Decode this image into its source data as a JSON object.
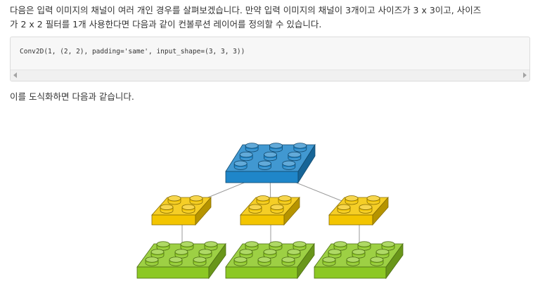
{
  "intro_lines": [
    "다음은 입력 이미지의 채널이 여러 개인 경우를 살펴보겠습니다. 만약 입력 이미지의 채널이 3개이고 사이즈가 3 x 3이고, 사이즈",
    "가 2 x 2 필터를 1개 사용한다면 다음과 같이 컨볼루션 레이어를 정의할 수 있습니다."
  ],
  "code_line": "Conv2D(1, (2, 2), padding='same', input_shape=(3, 3, 3))",
  "diagram_caption": "이를 도식화하면 다음과 같습니다.",
  "diagram_colors": {
    "output_brick": "#1f86c9",
    "filter_brick": "#f3c500",
    "input_brick": "#8cc823",
    "connector_line": "#999999"
  }
}
